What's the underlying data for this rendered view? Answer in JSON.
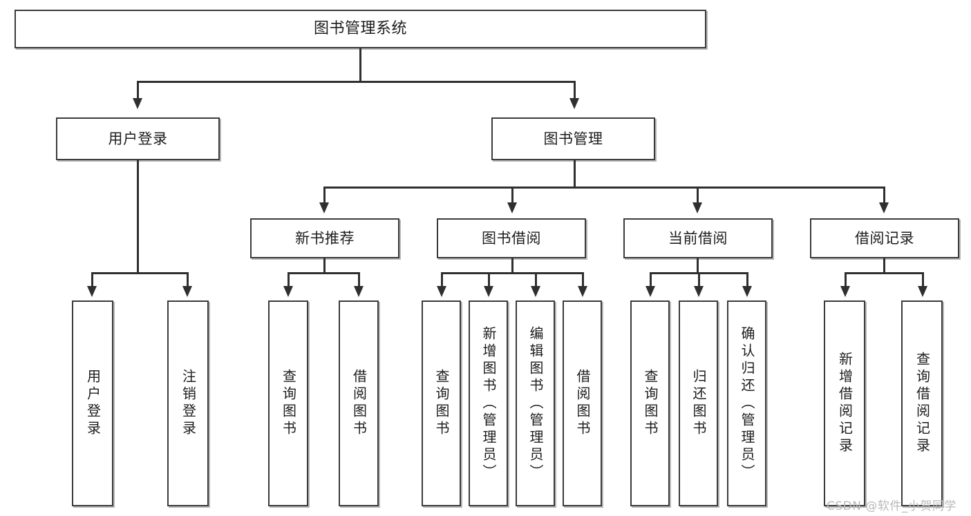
{
  "diagram": {
    "title": "图书管理系统",
    "type": "tree-hierarchy-chart",
    "root": {
      "id": "root",
      "label": "图书管理系统"
    },
    "level1": [
      {
        "id": "user-login",
        "label": "用户登录"
      },
      {
        "id": "book-management",
        "label": "图书管理"
      }
    ],
    "level2": [
      {
        "id": "new-book-recommend",
        "label": "新书推荐",
        "parent": "book-management"
      },
      {
        "id": "book-borrow",
        "label": "图书借阅",
        "parent": "book-management"
      },
      {
        "id": "current-borrow",
        "label": "当前借阅",
        "parent": "book-management"
      },
      {
        "id": "borrow-record",
        "label": "借阅记录",
        "parent": "book-management"
      }
    ],
    "leaves": {
      "user_login": [
        {
          "id": "leaf-user-login",
          "label": "用户登录"
        },
        {
          "id": "leaf-user-logout",
          "label": "注销登录"
        }
      ],
      "new_book_recommend": [
        {
          "id": "leaf-query-book-1",
          "label": "查询图书"
        },
        {
          "id": "leaf-borrow-book-1",
          "label": "借阅图书"
        }
      ],
      "book_borrow": [
        {
          "id": "leaf-query-book-2",
          "label": "查询图书"
        },
        {
          "id": "leaf-add-book",
          "label": "新增图书（管理员）"
        },
        {
          "id": "leaf-edit-book",
          "label": "编辑图书（管理员）"
        },
        {
          "id": "leaf-borrow-book-2",
          "label": "借阅图书"
        }
      ],
      "current_borrow": [
        {
          "id": "leaf-query-book-3",
          "label": "查询图书"
        },
        {
          "id": "leaf-return-book",
          "label": "归还图书"
        },
        {
          "id": "leaf-confirm-return",
          "label": "确认归还（管理员）"
        }
      ],
      "borrow_record": [
        {
          "id": "leaf-add-record",
          "label": "新增借阅记录"
        },
        {
          "id": "leaf-query-record",
          "label": "查询借阅记录"
        }
      ]
    }
  },
  "watermark": {
    "text": "CSDN @软件_小贺同学"
  },
  "colors": {
    "box_border": "#3a3a3a",
    "line": "#2f2f2f",
    "text": "#1c1c1c",
    "background": "#ffffff",
    "watermark": "#b9b9b9"
  }
}
